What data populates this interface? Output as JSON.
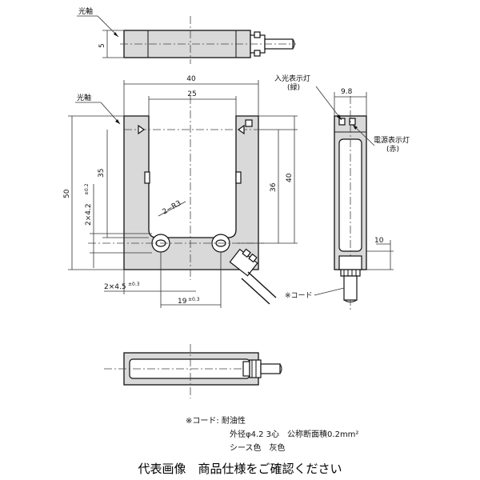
{
  "labels": {
    "optical_axis_top": "光軸",
    "optical_axis_front": "光軸",
    "thickness_top": "5",
    "width_40": "40",
    "width_25": "25",
    "side_width": "9.8",
    "height_50": "50",
    "height_35": "35",
    "height_36": "36",
    "height_40": "40",
    "hole_spacing_label": "2×4.2",
    "hole_spacing_tol": "±0.2",
    "radius": "2−R3",
    "hole_dia_label": "2×4.5",
    "hole_dia_tol": "±0.3",
    "pitch_label": "19",
    "pitch_tol": "±0.3",
    "dim_10": "10",
    "light_indicator": "入光表示灯",
    "light_indicator_color": "(緑)",
    "power_indicator": "電源表示灯",
    "power_indicator_color": "(赤)",
    "cord_callout": "※コード"
  },
  "notes": {
    "line1": "※コード: 耐油性",
    "line2": "外径φ4.2 3心　公称断面積0.2mm²",
    "line3": "シース色　灰色"
  },
  "caption": "代表画像　商品仕様をご確認ください",
  "colors": {
    "body_fill": "#d9d9d9",
    "line": "#111111"
  }
}
